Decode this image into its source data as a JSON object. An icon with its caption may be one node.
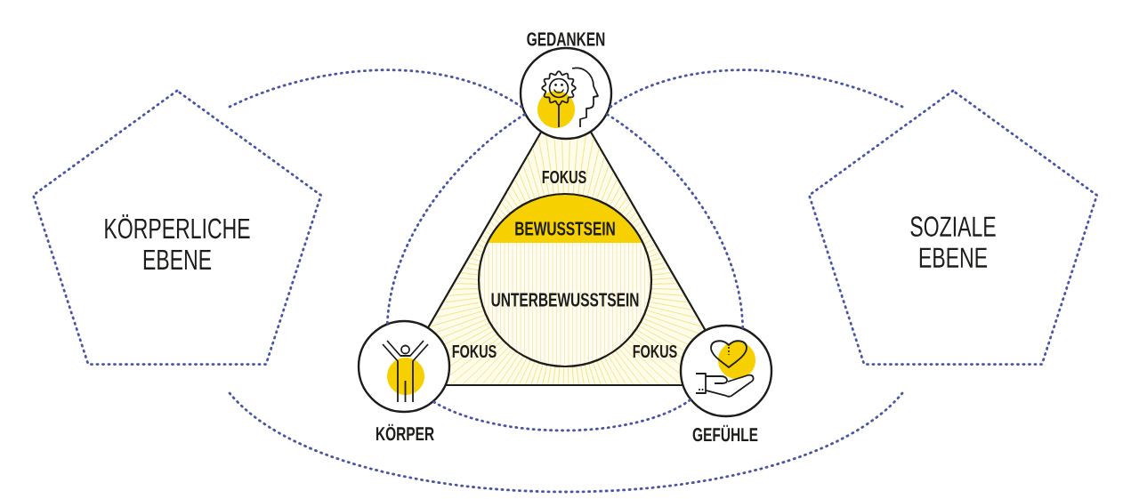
{
  "diagram": {
    "nodes": [
      {
        "text": [
          "GEDANKEN"
        ]
      },
      {
        "text": [
          "KÖRPERLICHE EBENE"
        ]
      },
      {
        "text": [
          "FOKUS",
          "FOKUS",
          "FOKUS"
        ]
      },
      {
        "text": [
          "BEWUSSTSEIN",
          "UNTERBEWUSSTSEIN"
        ],
        "in": 2
      },
      {
        "text": [
          "SOZIALE EBENE"
        ]
      },
      {
        "text": [
          "KÖRPER"
        ]
      },
      {
        "text": [
          "GEFÜHLE"
        ]
      }
    ],
    "edges": [
      {
        "from": 1,
        "to": 0,
        "arrow": "none"
      },
      {
        "from": 0,
        "to": 4,
        "arrow": "none"
      },
      {
        "from": 1,
        "to": 4,
        "arrow": "none"
      },
      {
        "from": 5,
        "to": 0,
        "arrow": "none"
      },
      {
        "from": 0,
        "to": 6,
        "arrow": "none"
      },
      {
        "from": 5,
        "to": 6,
        "arrow": "none"
      }
    ]
  }
}
